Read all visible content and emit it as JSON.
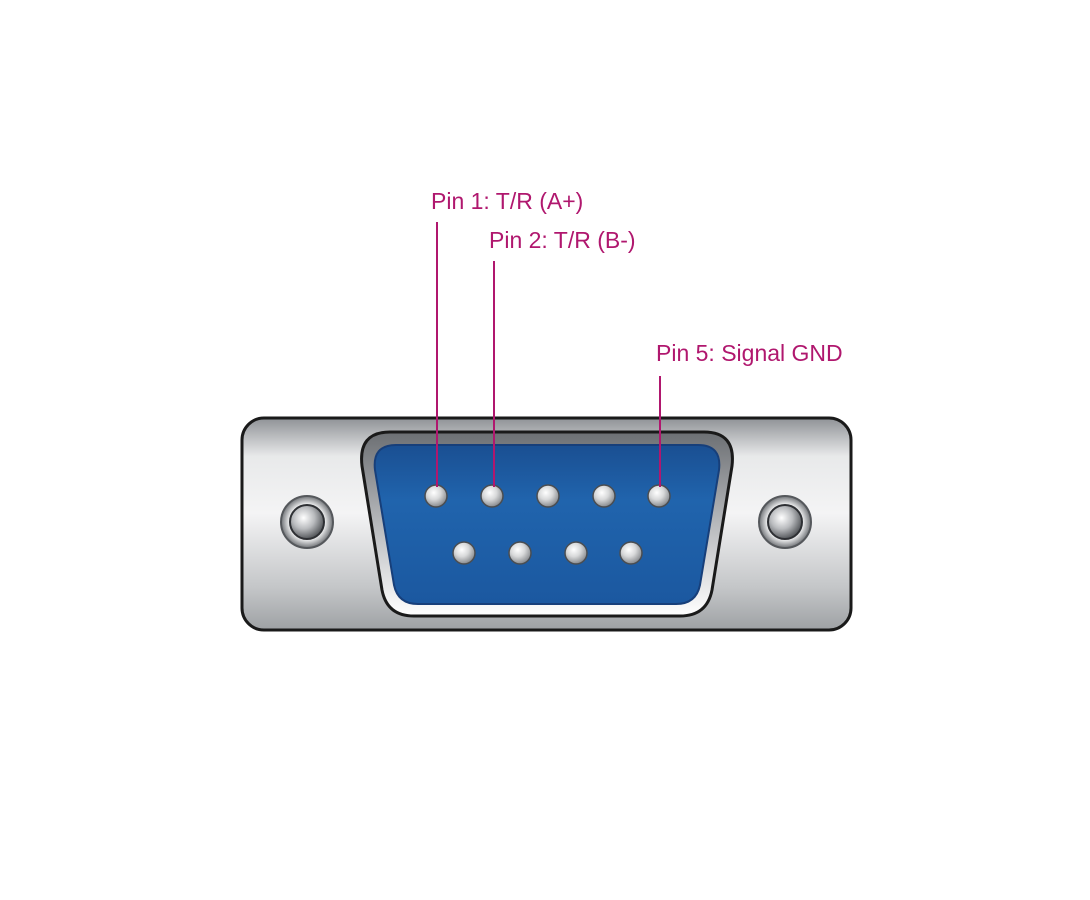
{
  "colors": {
    "label": "#b0176e",
    "leader_line": "#b0176e",
    "shell_light": "#f2f2f3",
    "shell_mid": "#c9cbcd",
    "shell_dark": "#8f9296",
    "outline": "#1a1a1a",
    "insulator": "#1f5fa6",
    "insulator_dark": "#173f7a",
    "pin": "#d9dadb",
    "background": "#ffffff"
  },
  "labels": [
    {
      "pin": 1,
      "text": "Pin 1: T/R (A+)"
    },
    {
      "pin": 2,
      "text": "Pin 2: T/R (B-)"
    },
    {
      "pin": 5,
      "text": "Pin 5: Signal GND"
    }
  ],
  "connector": {
    "pins_top_row": [
      1,
      2,
      3,
      4,
      5
    ],
    "pins_bottom_row": [
      6,
      7,
      8,
      9
    ]
  }
}
